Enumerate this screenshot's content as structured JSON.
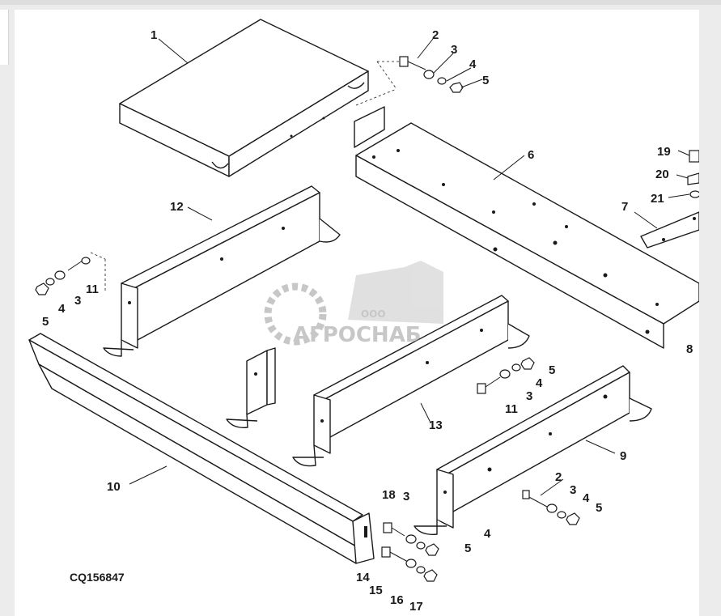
{
  "figure_id": "CQ156847",
  "watermark": {
    "company_prefix": "ООО",
    "company_name": "АГРОСНАБ"
  },
  "callouts": [
    "1",
    "2",
    "3",
    "4",
    "5",
    "6",
    "7",
    "8",
    "9",
    "10",
    "11",
    "12",
    "13",
    "14",
    "15",
    "16",
    "17",
    "18",
    "19",
    "20",
    "21"
  ],
  "colors": {
    "line": "#1a1a1a",
    "paper": "#ffffff",
    "background": "#ececec",
    "watermark": "#9a9a9a"
  }
}
